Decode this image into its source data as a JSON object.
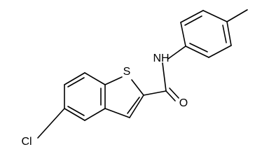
{
  "molecule": {
    "atoms": {
      "sulfur": "S",
      "chlorine": "Cl",
      "oxygen": "O",
      "amide_nitrogen": "NH"
    }
  }
}
